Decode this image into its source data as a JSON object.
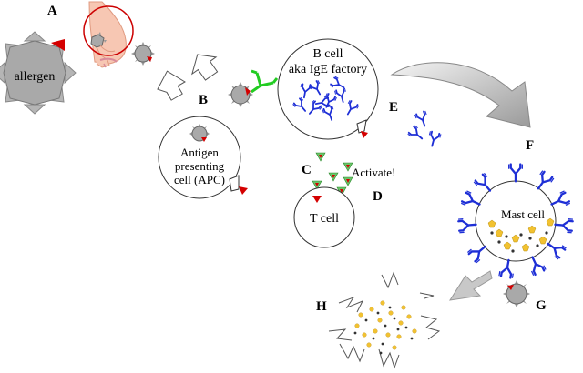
{
  "letters": {
    "a": "A",
    "b": "B",
    "c": "C",
    "d": "D",
    "e": "E",
    "f": "F",
    "g": "G",
    "h": "H"
  },
  "allergen_label": "allergen",
  "b_cell": {
    "line1": "B cell",
    "line2": "aka IgE factory"
  },
  "apc": {
    "line1": "Antigen",
    "line2": "presenting",
    "line3": "cell (APC)"
  },
  "activate_label": "Activate!",
  "t_cell_label": "T cell",
  "mast_cell_label": "Mast cell",
  "colors": {
    "antibody": "#1e2fd6",
    "antigen": "#d40000",
    "receptor": "#22cc22",
    "granule": "#f2c230",
    "allergen_fill": "#a9a9a9"
  }
}
